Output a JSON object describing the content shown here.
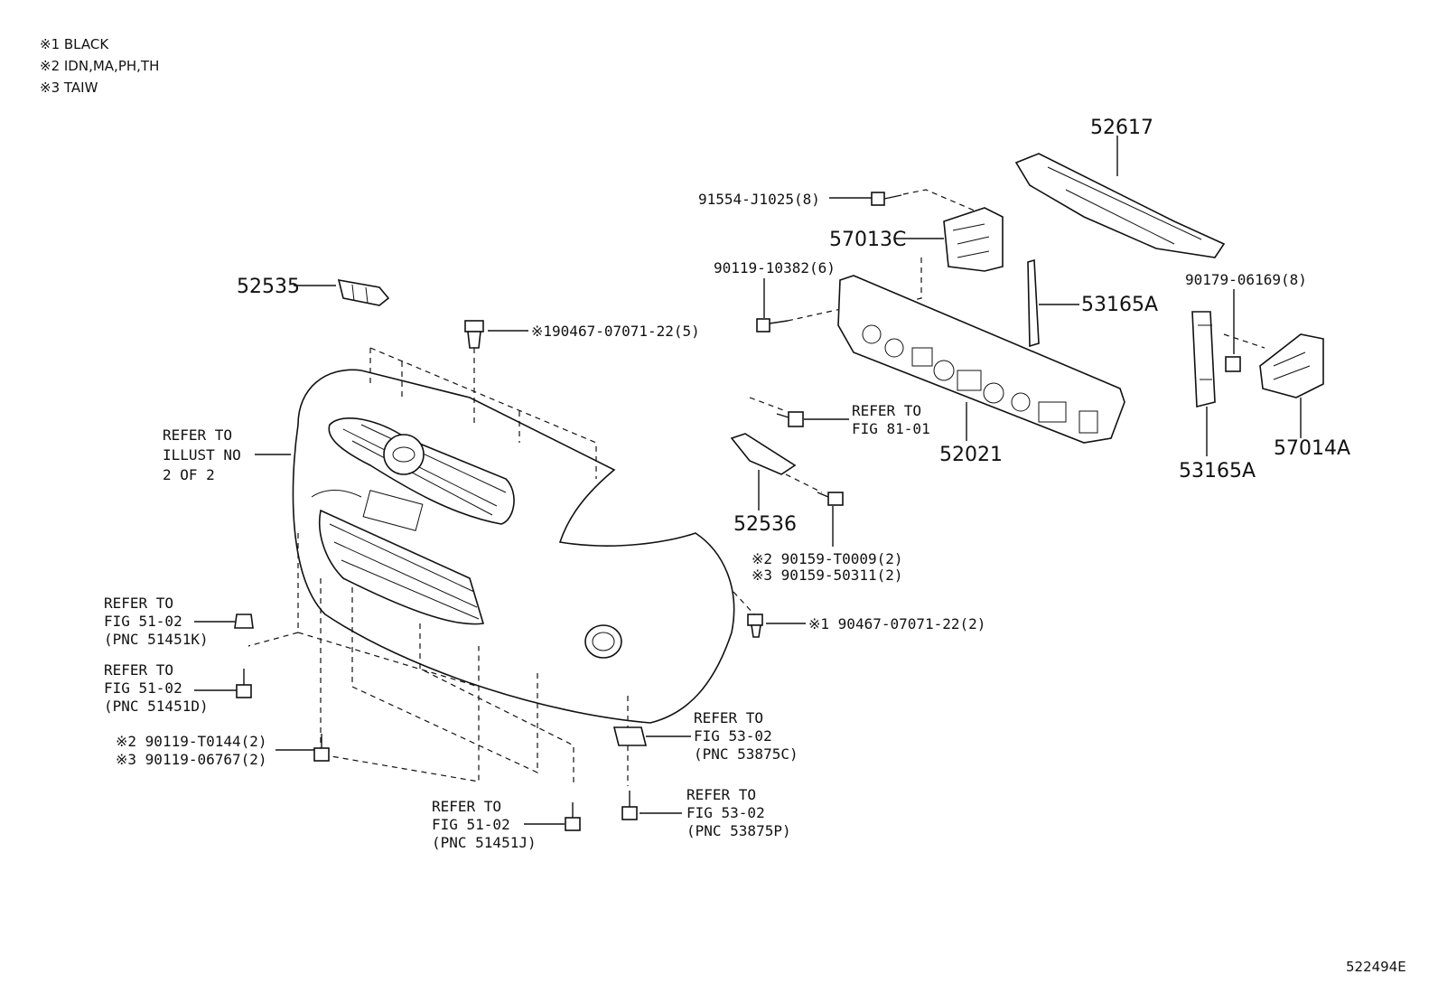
{
  "notes": [
    "※1 BLACK",
    "※2 IDN,MA,PH,TH",
    "※3 TAIW"
  ],
  "parts": {
    "p52617": "52617",
    "p91554": "91554-J1025(8)",
    "p57013C": "57013C",
    "p90119_10382": "90119-10382(6)",
    "p52535": "52535",
    "p90467_a": "※190467-07071-22(5)",
    "p53165A_top": "53165A",
    "p90179": "90179-06169(8)",
    "p53165A_bottom": "53165A",
    "p57014A": "57014A",
    "p52021": "52021",
    "p52536": "52536",
    "p90159_a": "※2 90159-T0009(2)",
    "p90159_b": "※3 90159-50311(2)",
    "p90467_b": "※1 90467-07071-22(2)",
    "p90119_t0144": "※2 90119-T0144(2)",
    "p90119_06767": "※3 90119-06767(2)"
  },
  "refs": {
    "illust": [
      "REFER TO",
      "ILLUST NO",
      "2 OF 2"
    ],
    "fig81": [
      "REFER TO",
      "FIG 81-01"
    ],
    "fig51k": [
      "REFER TO",
      "FIG 51-02",
      "(PNC 51451K)"
    ],
    "fig51d": [
      "REFER TO",
      "FIG 51-02",
      "(PNC 51451D)"
    ],
    "fig51j": [
      "REFER TO",
      "FIG 51-02",
      "(PNC 51451J)"
    ],
    "fig53c": [
      "REFER TO",
      "FIG 53-02",
      "(PNC 53875C)"
    ],
    "fig53p": [
      "REFER TO",
      "FIG 53-02",
      "(PNC 53875P)"
    ]
  },
  "diagram_id": "522494E"
}
